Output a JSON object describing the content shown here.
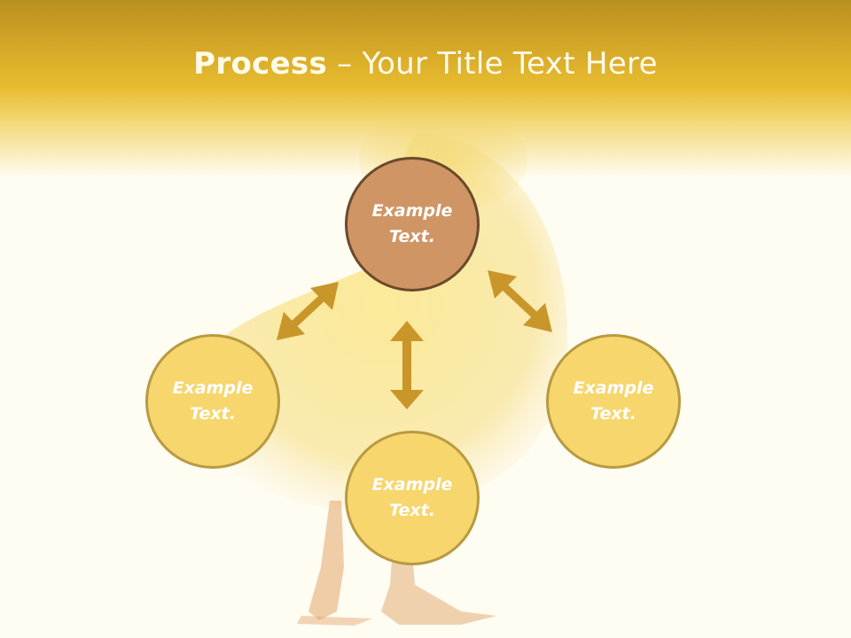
{
  "title": {
    "bold": "Process",
    "rest": " – Your Title Text Here"
  },
  "diagram": {
    "center": {
      "label": "Example Text."
    },
    "nodes": [
      {
        "id": "left",
        "label": "Example Text."
      },
      {
        "id": "bottom",
        "label": "Example Text."
      },
      {
        "id": "right",
        "label": "Example Text."
      }
    ]
  },
  "colors": {
    "header": "#e8bd30",
    "center_fill": "#cf9565",
    "center_border": "#6b4a2a",
    "node_fill": "#f6d66d",
    "node_border": "#b89a40",
    "arrow": "#c9962a",
    "background": "#fffcf2"
  }
}
